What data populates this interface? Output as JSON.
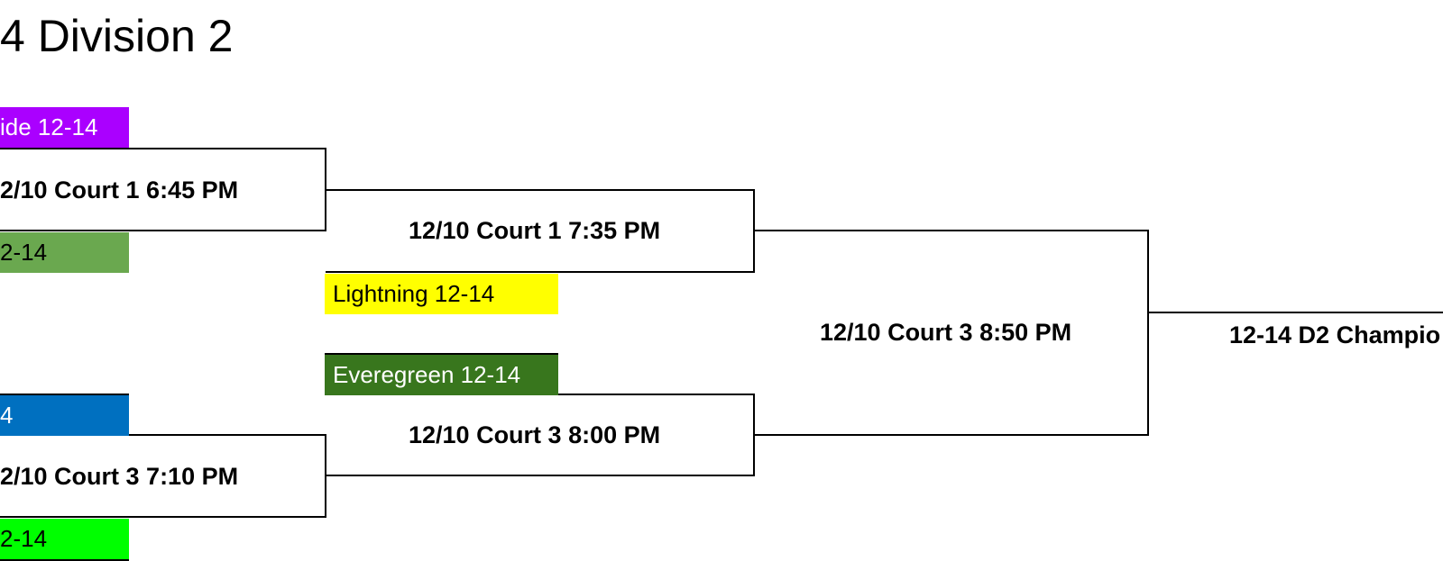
{
  "title": "4 Division 2",
  "colors": {
    "riverside": "#aa00ff",
    "team_green": "#6aa84f",
    "team_blue": "#0070c0",
    "team_lime": "#00ff00",
    "lightning": "#ffff00",
    "everegreen": "#38761d"
  },
  "teams": {
    "top_a": "ide 12-14",
    "top_b": "2-14",
    "lightning": "Lightning 12-14",
    "everegreen": "Everegreen 12-14",
    "bottom_a": "4",
    "bottom_b": "2-14"
  },
  "matches": {
    "m1": "2/10 Court 1 6:45 PM",
    "m2": "2/10 Court 3 7:10 PM",
    "m3": "12/10 Court 1 7:35 PM",
    "m4": "12/10 Court 3 8:00 PM",
    "m5": "12/10 Court 3 8:50 PM",
    "final": "12-14 D2 Champio"
  }
}
